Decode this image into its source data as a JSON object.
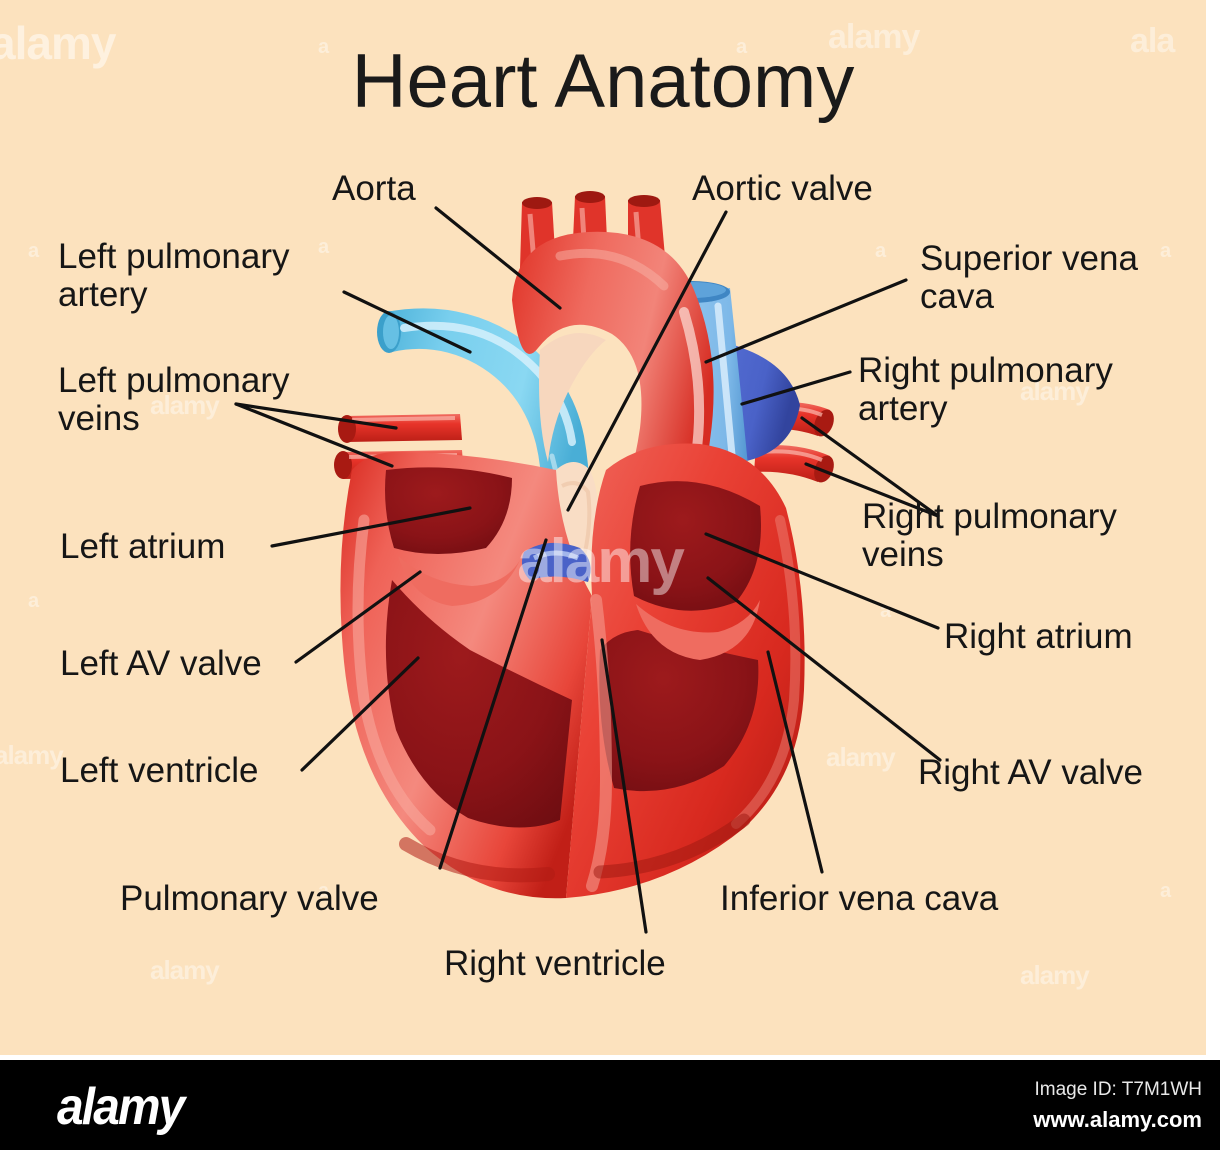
{
  "title": "Heart Anatomy",
  "background_color": "#fce2be",
  "colors": {
    "background": "#fce2be",
    "artery_red": "#e8342a",
    "muscle_pink": "#f2746a",
    "chamber_dark_red": "#8e1419",
    "pulmonary_artery_blue": "#6ec9e9",
    "vena_cava_blue": "#4a62c8",
    "svc_light_blue": "#7db8e8",
    "valve_cream": "#f7d7be",
    "leader_line": "#111111",
    "text": "#161616"
  },
  "labels": [
    {
      "id": "aorta",
      "text": "Aorta",
      "side": "top"
    },
    {
      "id": "aortic-valve",
      "text": "Aortic valve",
      "side": "top"
    },
    {
      "id": "left-pulmonary-artery",
      "text": "Left pulmonary\nartery",
      "side": "left"
    },
    {
      "id": "left-pulmonary-veins",
      "text": "Left pulmonary\nveins",
      "side": "left"
    },
    {
      "id": "left-atrium",
      "text": "Left atrium",
      "side": "left"
    },
    {
      "id": "left-av-valve",
      "text": "Left AV valve",
      "side": "left"
    },
    {
      "id": "left-ventricle",
      "text": "Left ventricle",
      "side": "left"
    },
    {
      "id": "superior-vena-cava",
      "text": "Superior vena\ncava",
      "side": "right"
    },
    {
      "id": "right-pulmonary-artery",
      "text": "Right pulmonary\nartery",
      "side": "right"
    },
    {
      "id": "right-pulmonary-veins",
      "text": "Right pulmonary\nveins",
      "side": "right"
    },
    {
      "id": "right-atrium",
      "text": "Right atrium",
      "side": "right"
    },
    {
      "id": "right-av-valve",
      "text": "Right AV valve",
      "side": "right"
    },
    {
      "id": "pulmonary-valve",
      "text": "Pulmonary valve",
      "side": "bottom"
    },
    {
      "id": "right-ventricle",
      "text": "Right ventricle",
      "side": "bottom"
    },
    {
      "id": "inferior-vena-cava",
      "text": "Inferior vena cava",
      "side": "bottom"
    }
  ],
  "watermark": {
    "tile_text": "alamy",
    "center_text": "alamy"
  },
  "footer": {
    "logo": "alamy",
    "image_id": "Image ID: T7M1WH",
    "url": "www.alamy.com"
  }
}
